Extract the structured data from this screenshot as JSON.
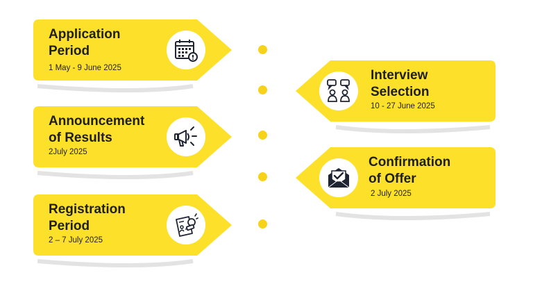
{
  "colors": {
    "card": "#fde02a",
    "dot": "#f7d21a",
    "shadow": "#cfcfcf",
    "icon": "#1f2433"
  },
  "stages": [
    {
      "title_line1": "Application",
      "title_line2": "Period",
      "date": "1 May - 9 June 2025",
      "icon": "calendar-icon"
    },
    {
      "title_line1": "Interview",
      "title_line2": "Selection",
      "date": "10 - 27 June 2025",
      "icon": "interview-people-icon"
    },
    {
      "title_line1": "Announcement",
      "title_line2": "of Results",
      "date": "2July 2025",
      "icon": "megaphone-icon"
    },
    {
      "title_line1": "Confirmation",
      "title_line2": "of Offer",
      "date": "2 July 2025",
      "icon": "envelope-check-icon"
    },
    {
      "title_line1": "Registration",
      "title_line2": "Period",
      "date": "2 – 7 July 2025",
      "icon": "stamp-document-icon"
    }
  ]
}
